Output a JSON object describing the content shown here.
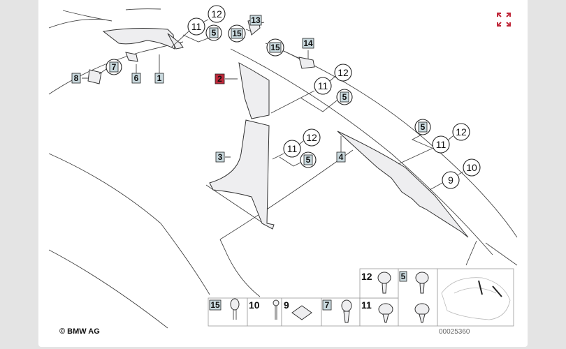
{
  "diagram": {
    "callouts": {
      "c12a": "12",
      "c11a": "11",
      "c5a": "5",
      "c15a": "15",
      "c13": "13",
      "c15b": "15",
      "c14": "14",
      "c8": "8",
      "c7": "7",
      "c6": "6",
      "c1": "1",
      "c2": "2",
      "c12b": "12",
      "c11b": "11",
      "c5b": "5",
      "c12c": "12",
      "c11c": "11",
      "c5c": "5",
      "c3": "3",
      "c4": "4",
      "c5d": "5",
      "c12d": "12",
      "c11d": "11",
      "c10": "10",
      "c9": "9"
    },
    "legend": {
      "items": [
        "15",
        "10",
        "9",
        "7",
        "11",
        "12",
        "5"
      ]
    },
    "copyright": "© BMW AG",
    "image_number": "00025360"
  },
  "colors": {
    "highlight": "#c0283a",
    "label_box": "#c9d9de",
    "expand_icon": "#c0283a"
  },
  "icons": {
    "expand": "expand-icon"
  }
}
